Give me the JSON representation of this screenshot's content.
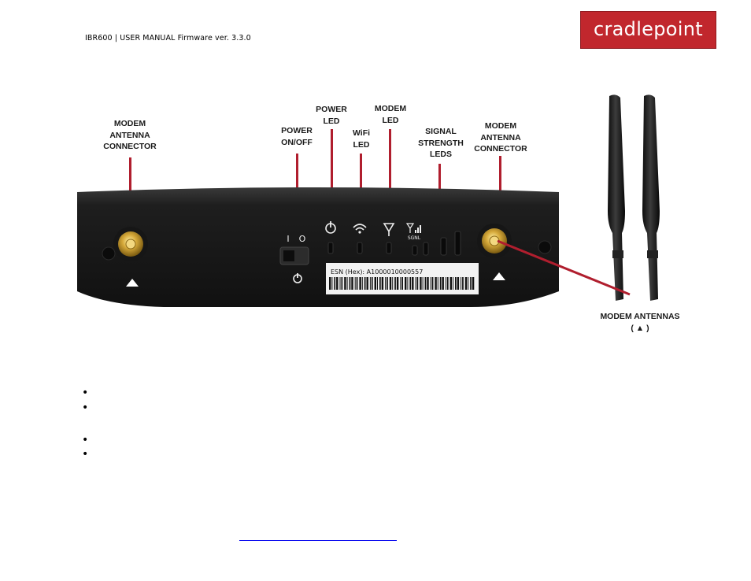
{
  "header": {
    "text": "IBR600 | USER MANUAL Firmware ver. 3.3.0",
    "logo_text": "cradlepoint",
    "logo_color": "#c1272d"
  },
  "labels": {
    "modem_antenna_connector_left": [
      "MODEM",
      "ANTENNA",
      "CONNECTOR"
    ],
    "power_on_off": [
      "POWER",
      "ON/OFF"
    ],
    "power_led": [
      "POWER",
      "LED"
    ],
    "wifi_led": [
      "WiFi",
      "LED"
    ],
    "modem_led": [
      "MODEM",
      "LED"
    ],
    "signal_strength_leds": [
      "SIGNAL",
      "STRENGTH",
      "LEDS"
    ],
    "modem_antenna_connector_right": [
      "MODEM",
      "ANTENNA",
      "CONNECTOR"
    ],
    "modem_antennas": [
      "MODEM ANTENNAS",
      "( ▲ )"
    ]
  },
  "device": {
    "esn_label": "ESN (Hex): A1000010000557",
    "switch_on": "I",
    "switch_off": "O",
    "signal_label": "SGNL",
    "accent_color": "#b01e2e"
  },
  "bullets": [
    "•",
    "•",
    "•",
    "•"
  ]
}
